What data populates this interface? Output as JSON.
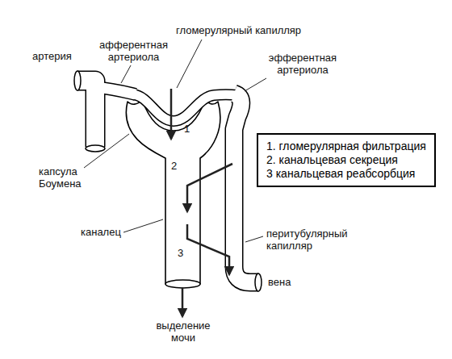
{
  "diagram": {
    "nodes": [
      {
        "text": [
          "1. гломерулярная фильтрация",
          "2. канальцевая секреция",
          "3 канальцевая реабсорбция"
        ]
      }
    ],
    "labels": [
      "артерия",
      "афферентная артериола",
      "гломерулярный капилляр",
      "эфферентная артериола",
      "1",
      "капсула Боумена",
      "2",
      "каналец",
      "3",
      "перитубулярный капилляр",
      "вена",
      "выделение мочи"
    ]
  }
}
